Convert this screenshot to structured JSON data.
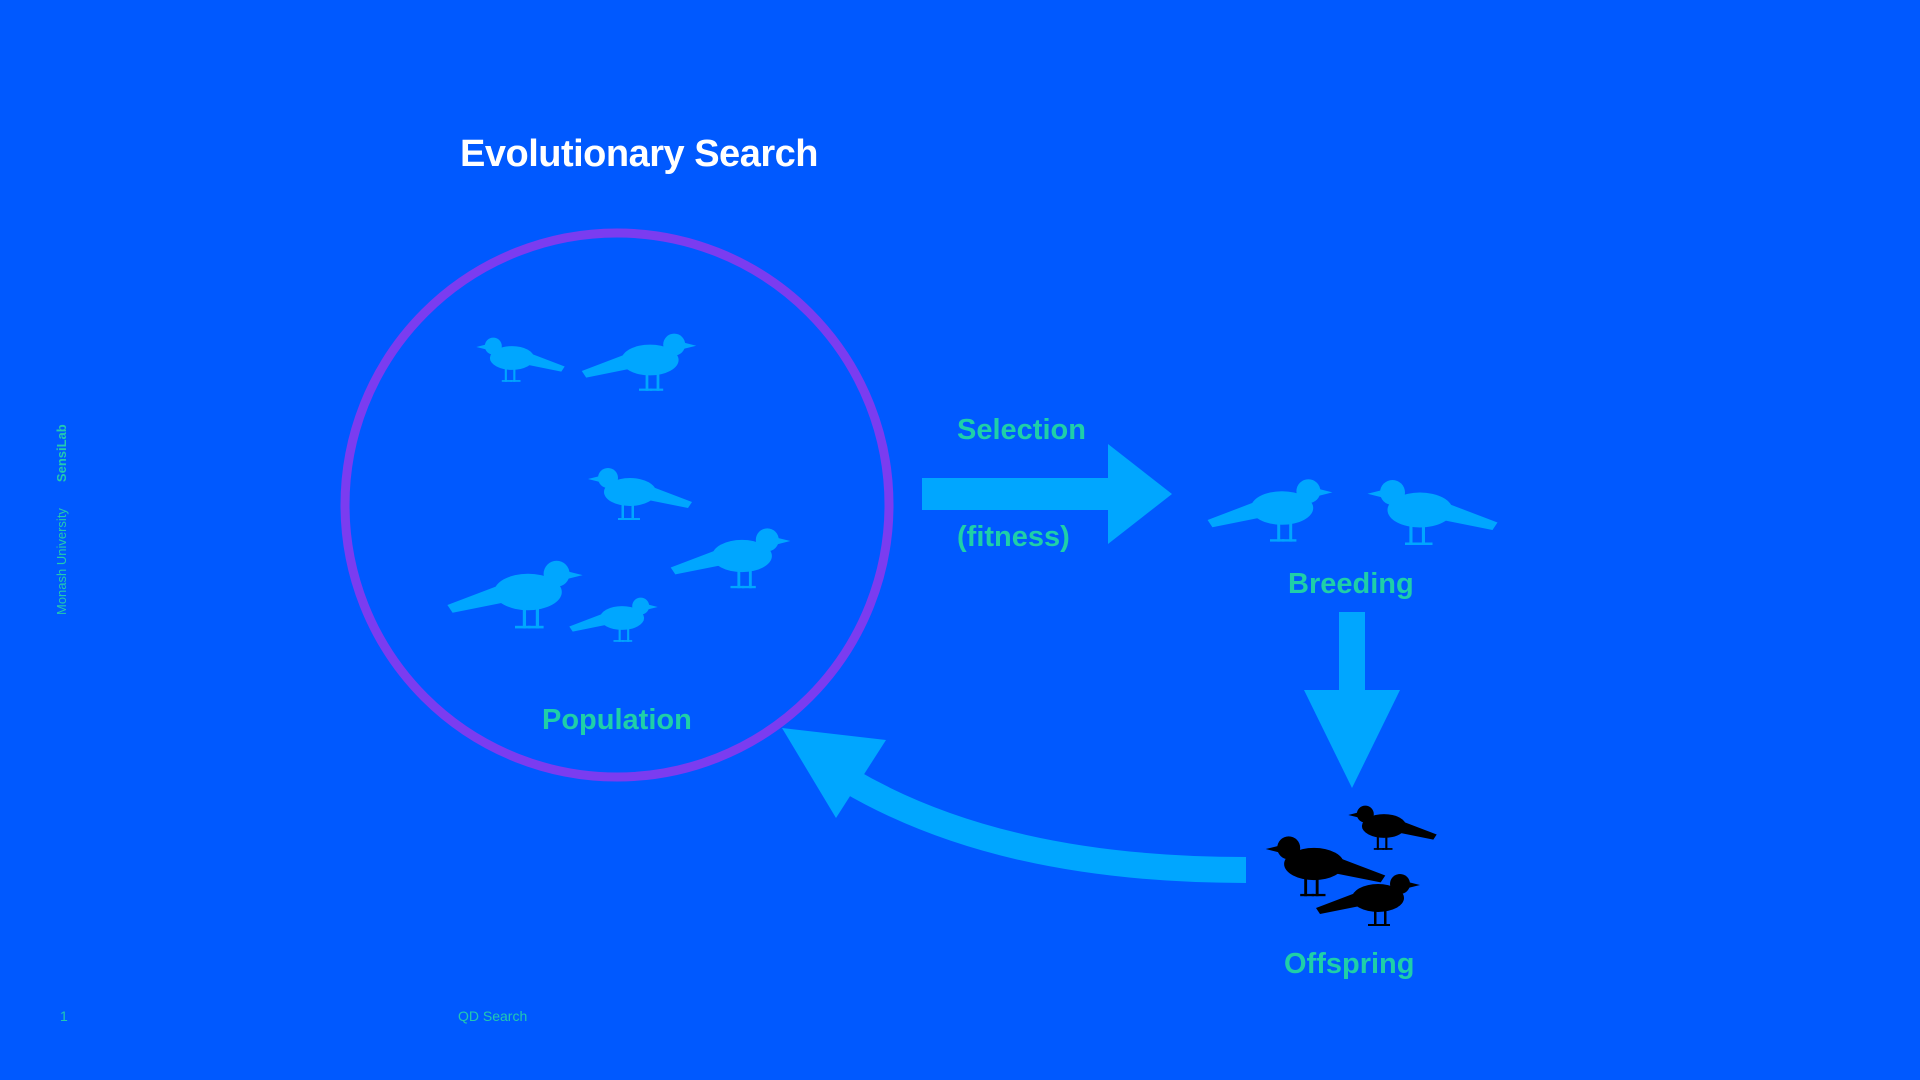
{
  "slide": {
    "title": "Evolutionary Search",
    "side_lab": "SensiLab",
    "side_university": "Monash University",
    "page_number": "1",
    "footer": "QD Search"
  },
  "diagram": {
    "labels": {
      "population": "Population",
      "selection": "Selection",
      "fitness": "(fitness)",
      "breeding": "Breeding",
      "offspring": "Offspring"
    },
    "colors": {
      "background": "#0059ff",
      "circle": "#7b3cf0",
      "arrow": "#00a6ff",
      "bird_light": "#00a6ff",
      "bird_dark": "#000000",
      "label": "#1fcfa8",
      "title": "#ffffff"
    },
    "icons": [
      "bird-icon"
    ]
  }
}
